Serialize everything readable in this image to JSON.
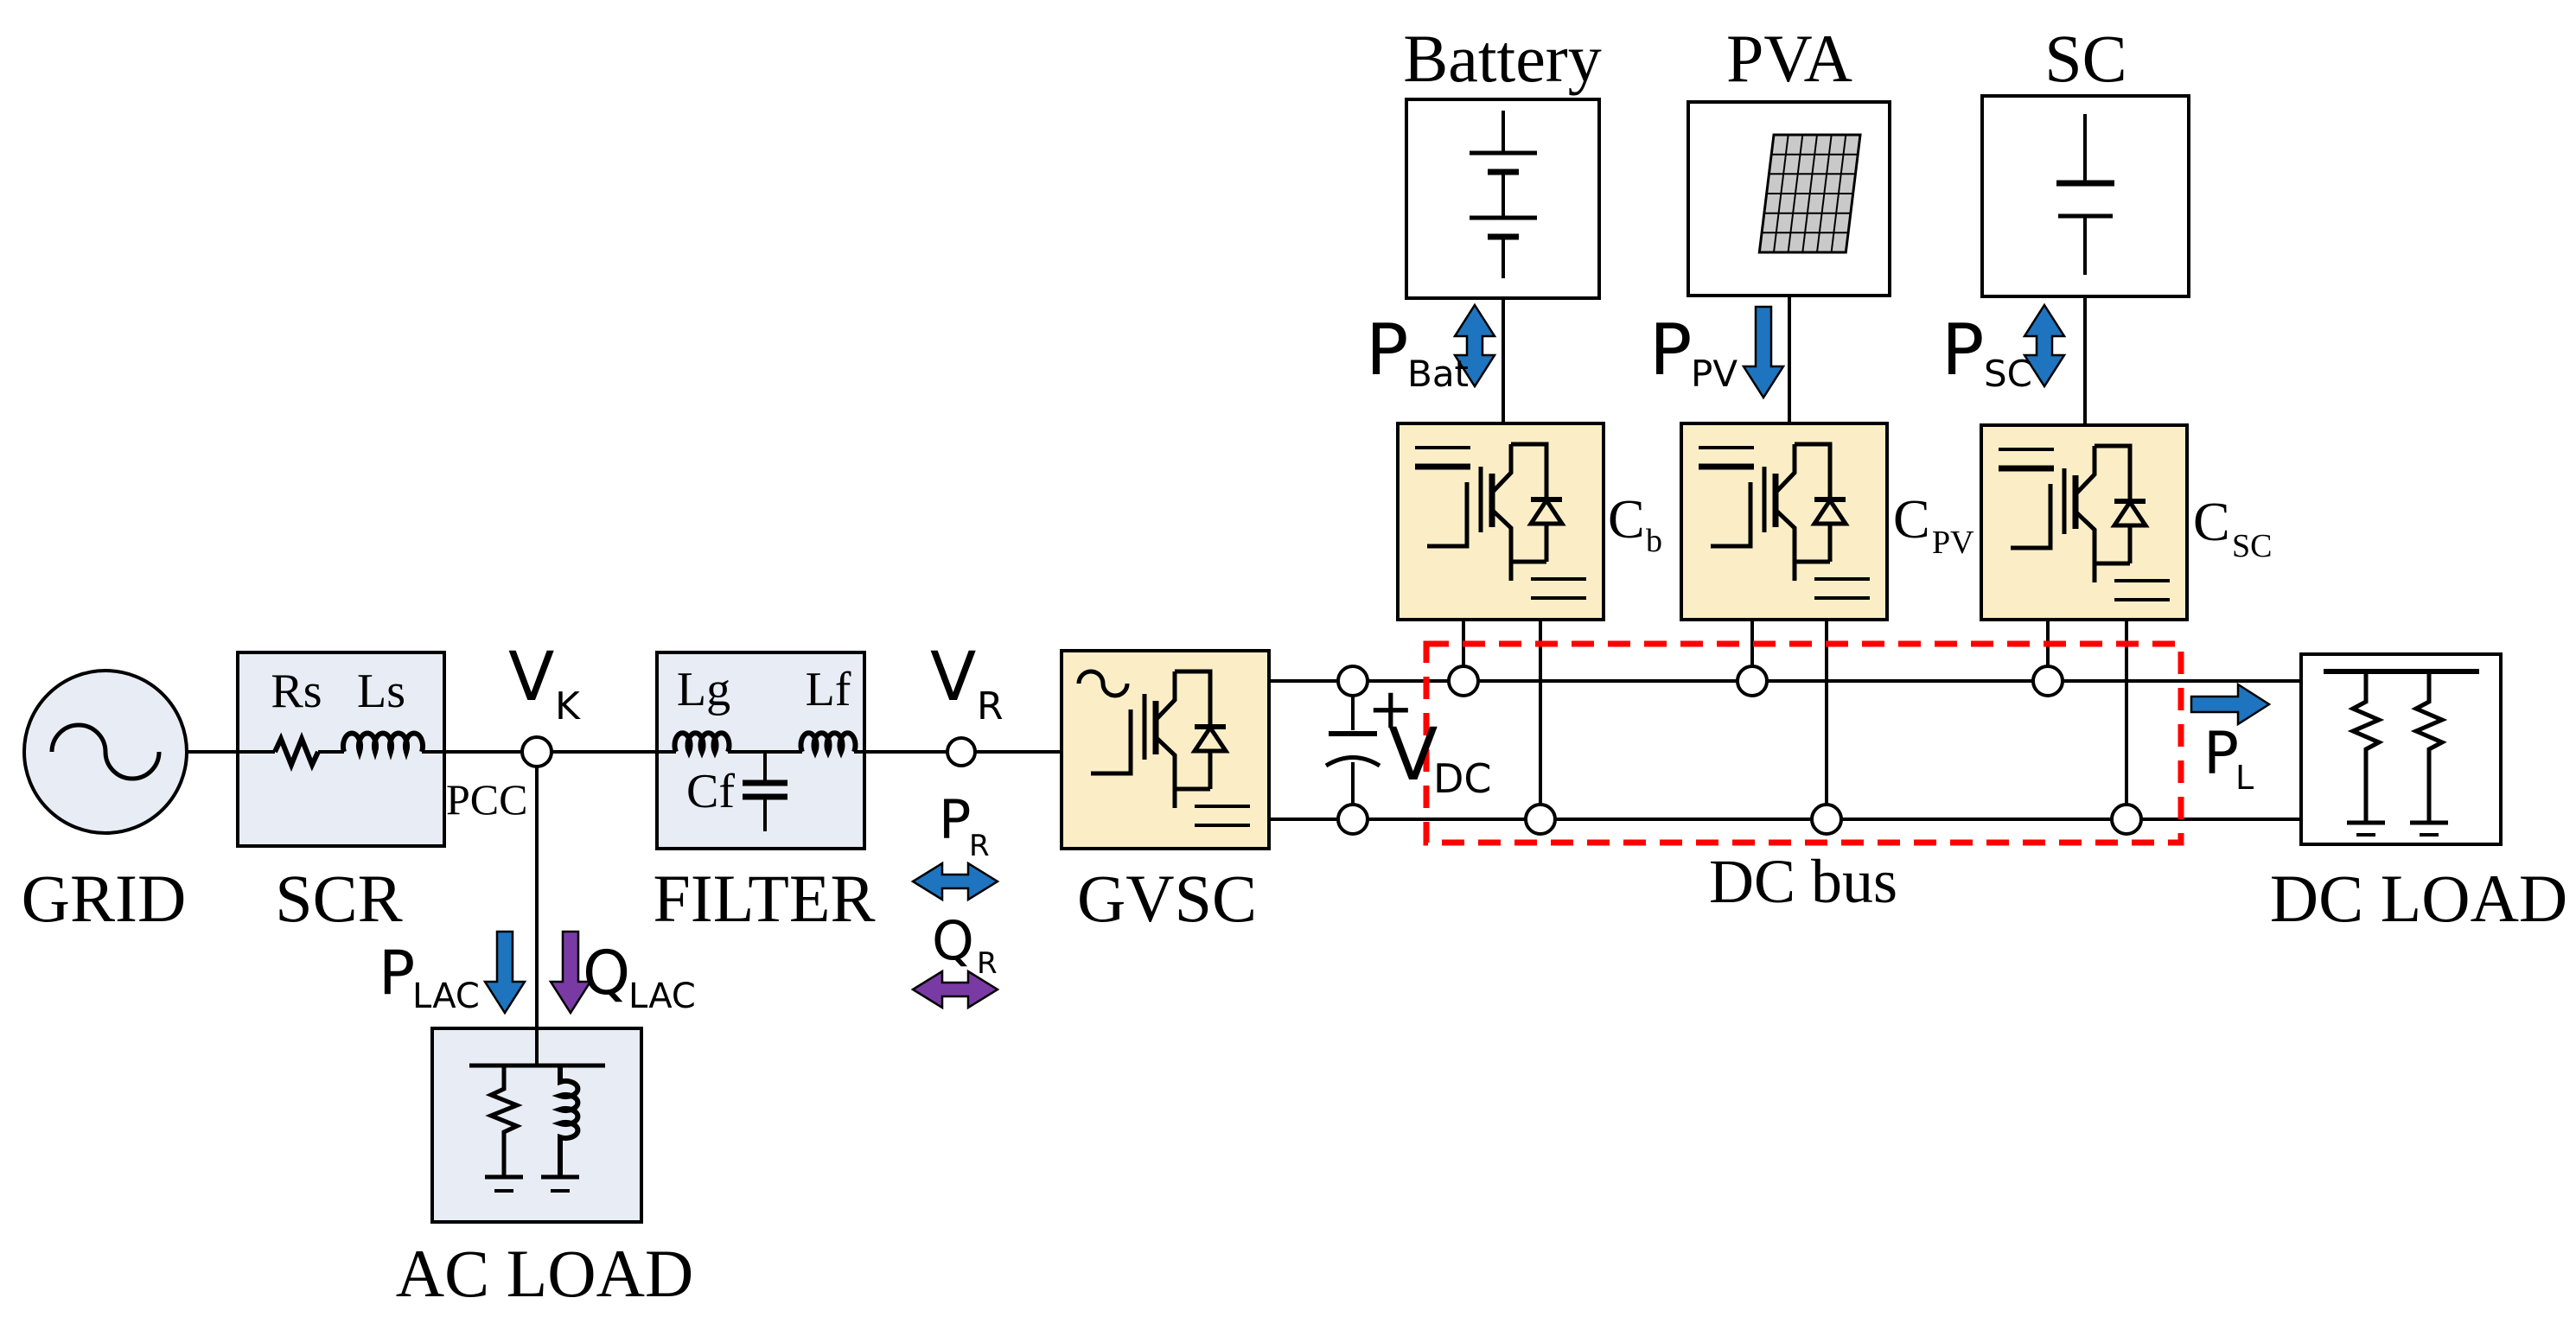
{
  "figure": {
    "kind": "hybrid AC/DC microgrid circuit diagram"
  },
  "colors": {
    "arrow_blue": "#1E74BE",
    "arrow_purple": "#7A3AA4",
    "dc_bus_red": "#FF0000",
    "box_fill": "#E8ECF5",
    "converter_fill": "#FBEEC6",
    "panel_fill": "#C9C9C9",
    "source_fill": "#FFFFFF"
  },
  "blocks": {
    "grid": "GRID",
    "scr": "SCR",
    "filter": "FILTER",
    "gvsc": "GVSC",
    "ac_load": "AC LOAD",
    "dc_load": "DC LOAD",
    "dc_bus": "DC bus",
    "battery": "Battery",
    "pva": "PVA",
    "sc": "SC"
  },
  "components": {
    "rs": "Rs",
    "ls": "Ls",
    "lg": "Lg",
    "lf": "Lf",
    "cf": "Cf",
    "pcc": "PCC",
    "plus": "+"
  },
  "converter_labels": {
    "cb": {
      "main": "C",
      "sub": "b"
    },
    "cpv": {
      "main": "C",
      "sub": "PV"
    },
    "csc": {
      "main": "C",
      "sub": "SC"
    }
  },
  "signals": {
    "vk": {
      "main": "V",
      "sub": "K"
    },
    "vr": {
      "main": "V",
      "sub": "R"
    },
    "vdc": {
      "main": "V",
      "sub": "DC"
    },
    "pr": {
      "main": "P",
      "sub": "R"
    },
    "qr": {
      "main": "Q",
      "sub": "R"
    },
    "pl": {
      "main": "P",
      "sub": "L"
    },
    "plac": {
      "main": "P",
      "sub": "LAC"
    },
    "qlac": {
      "main": "Q",
      "sub": "LAC"
    },
    "pbat": {
      "main": "P",
      "sub": "Bat"
    },
    "ppv": {
      "main": "P",
      "sub": "PV"
    },
    "psc": {
      "main": "P",
      "sub": "SC"
    }
  }
}
